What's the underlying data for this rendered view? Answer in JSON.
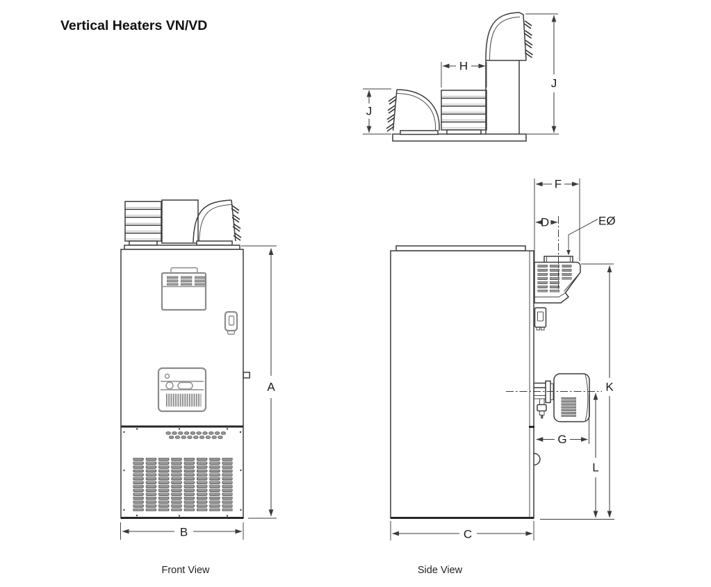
{
  "title": "Vertical Heaters VN/VD",
  "captions": {
    "front": "Front View",
    "side": "Side View"
  },
  "labels": {
    "a": "A",
    "b": "B",
    "c": "C",
    "d": "D",
    "e_diameter": "EØ",
    "f": "F",
    "g": "G",
    "h": "H",
    "j_intake": "J",
    "j_flue": "J",
    "k": "K",
    "l": "L"
  },
  "colors": {
    "background": "#ffffff",
    "line": "#3b3b3b",
    "thick_line": "#262626",
    "panel_gray": "#8b8b8b",
    "louver_fill": "#9a9a9a",
    "text": "#1a1a1a"
  }
}
